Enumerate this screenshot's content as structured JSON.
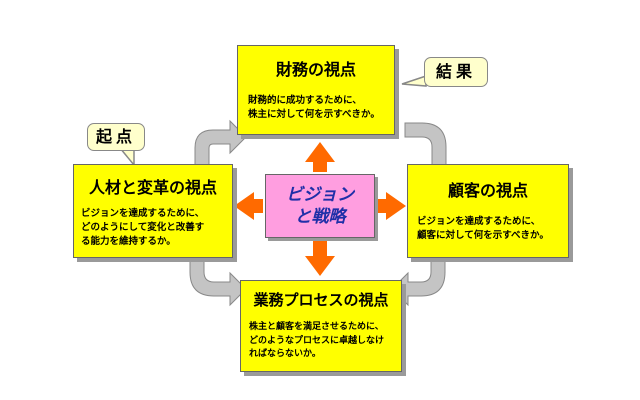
{
  "center": {
    "line1": "ビジョン",
    "line2": "と戦略"
  },
  "boxes": {
    "financial": {
      "title": "財務の視点",
      "desc1": "財務的に成功するために、",
      "desc2": "株主に対して何を示すべきか。"
    },
    "customer": {
      "title": "顧客の視点",
      "desc1": "ビジョンを達成するために、",
      "desc2": "顧客に対して何を示すべきか。"
    },
    "process": {
      "title": "業務プロセスの視点",
      "desc1": "株主と顧客を満足させるために、",
      "desc2": "どのようなプロセスに卓越しなけ",
      "desc3": "ればならないか。"
    },
    "learning": {
      "title": "人材と変革の視点",
      "desc1": "ビジョンを達成するために、",
      "desc2": "どのようにして変化と改善す",
      "desc3": "る能力を維持するか。"
    }
  },
  "bubbles": {
    "result": "結果",
    "start": "起点"
  },
  "colors": {
    "box_fill": "#ffff00",
    "center_fill": "#ff9ee0",
    "center_text": "#1f2fa8",
    "arrow_orange": "#ff6a00",
    "arrow_gray": "#bdbdbd",
    "bubble_fill": "#ffffcc"
  }
}
